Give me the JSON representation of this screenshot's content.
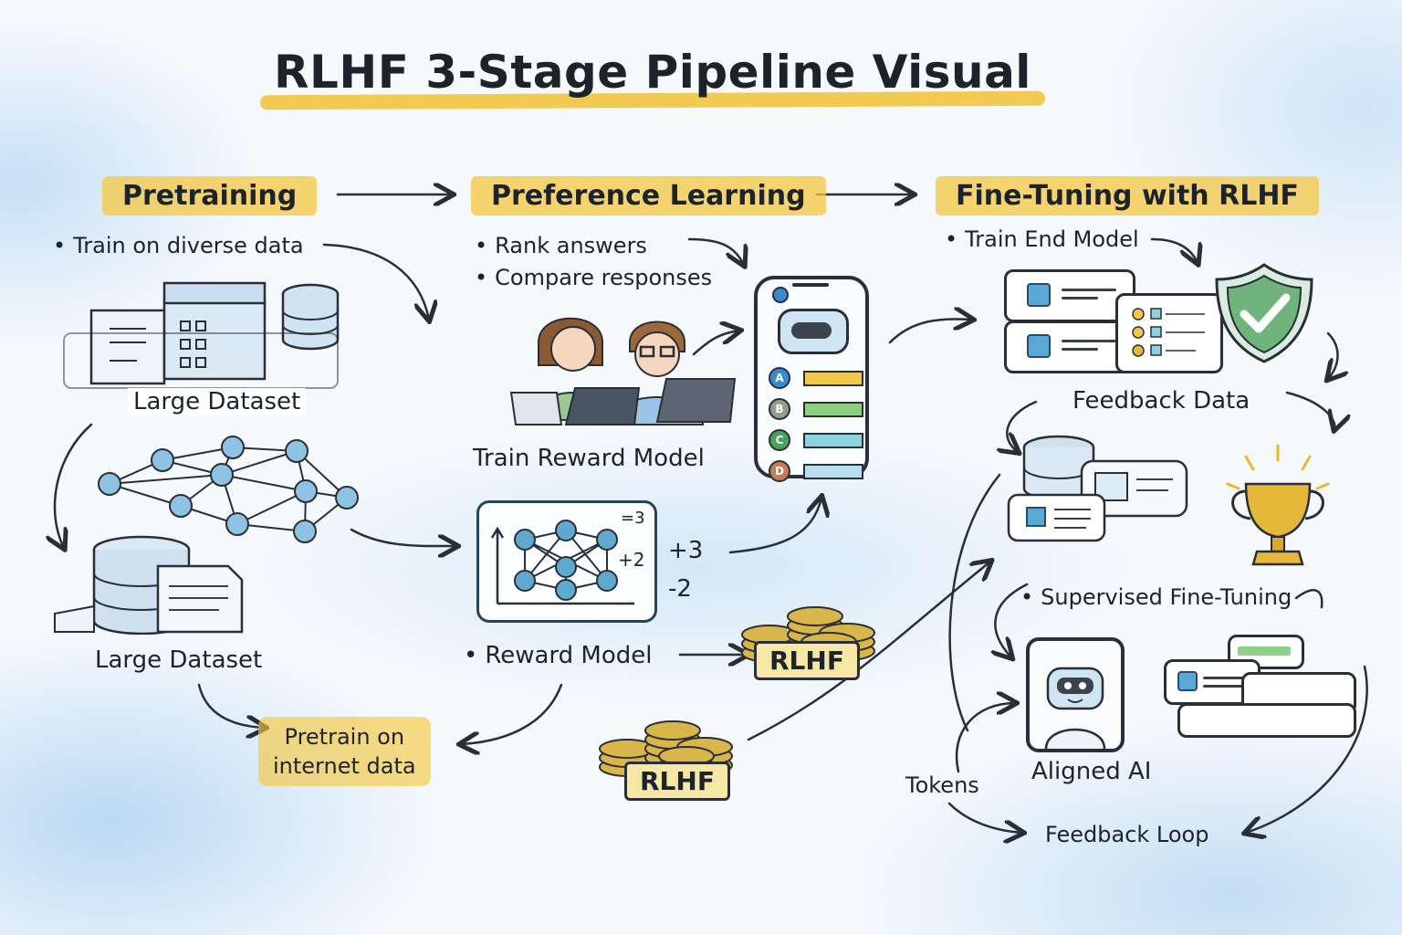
{
  "title": "RLHF 3-Stage Pipeline Visual",
  "colors": {
    "highlight": "#f1c232",
    "ink": "#1d232b",
    "background_wash": "#b9d9f3",
    "node_blue": "#5fa9cf",
    "shield_green": "#6fb47c",
    "trophy_gold": "#e5b83a",
    "coin_gold": "#d9b64a"
  },
  "stages": [
    {
      "name": "Pretraining",
      "bullets": [
        "Train on diverse data"
      ],
      "labels": [
        "Large Dataset",
        "Large Dataset"
      ],
      "callout": [
        "Pretrain on",
        "internet data"
      ]
    },
    {
      "name": "Preference Learning",
      "bullets": [
        "Rank answers",
        "Compare responses"
      ],
      "labels": [
        "Train Reward Model",
        "Reward Model"
      ],
      "ranking_options": [
        {
          "letter": "A",
          "color": "#f2c84b"
        },
        {
          "letter": "B",
          "color": "#8fcf7f"
        },
        {
          "letter": "C",
          "color": "#8ed2e0"
        },
        {
          "letter": "D",
          "color": "#b9dcef"
        }
      ],
      "reward_scores": [
        "=3",
        "+2",
        "+3",
        "-2"
      ],
      "rlhf_tags": [
        "RLHF",
        "RLHF"
      ]
    },
    {
      "name": "Fine-Tuning with RLHF",
      "bullets": [
        "Train End Model"
      ],
      "labels": [
        "Feedback Data",
        "Supervised Fine-Tuning",
        "Aligned AI",
        "Tokens",
        "Feedback Loop"
      ]
    }
  ],
  "icons": {
    "datasets": "database-stack-icon",
    "network": "neural-network-icon",
    "humans": "annotators-with-laptops-icon",
    "phone": "chatbot-phone-icon",
    "reward": "reward-chart-icon",
    "coins": "coin-stack-icon",
    "feedback": "thumbs-up-bubble-icon",
    "shield": "shield-check-icon",
    "trophy": "trophy-icon",
    "robot": "robot-icon"
  }
}
